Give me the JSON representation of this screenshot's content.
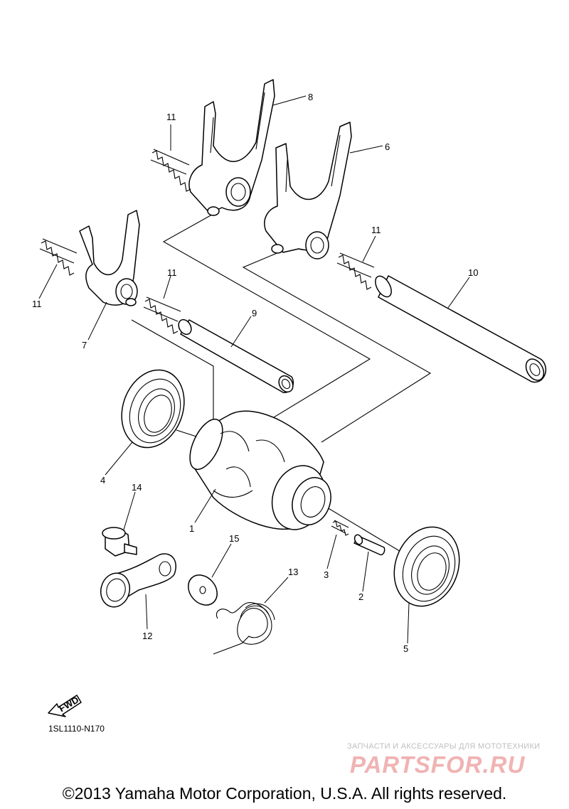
{
  "diagram": {
    "callouts": [
      "1",
      "2",
      "3",
      "4",
      "5",
      "6",
      "7",
      "8",
      "9",
      "10",
      "11",
      "12",
      "13",
      "14",
      "15"
    ],
    "forward_arrow_label": "FWD",
    "drawing_code": "1SL1110-N170",
    "watermark": {
      "tagline": "ЗАПЧАСТИ И АКСЕССУАРЫ ДЛЯ МОТОТЕХНИКИ",
      "logo": "PARTSFOR.RU"
    },
    "copyright": "©2013 Yamaha Motor Corporation, U.S.A. All rights reserved."
  }
}
